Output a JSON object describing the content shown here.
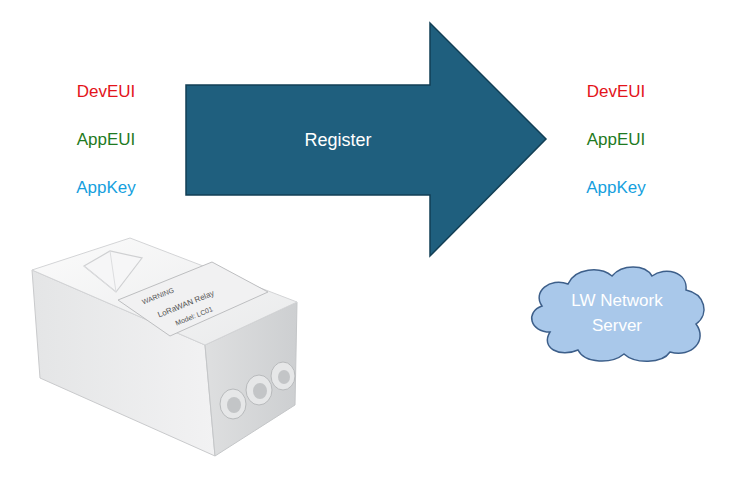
{
  "diagram": {
    "nodes": [
      {
        "text": [
          "Register"
        ]
      },
      {
        "text": [
          "LW Network Server"
        ]
      }
    ],
    "labels": [
      "DevEUI",
      "AppEUI",
      "AppKey",
      "DevEUI",
      "AppEUI",
      "AppKey",
      "WARNING",
      "LoRaWAN Relay",
      "Model: LC01"
    ]
  }
}
